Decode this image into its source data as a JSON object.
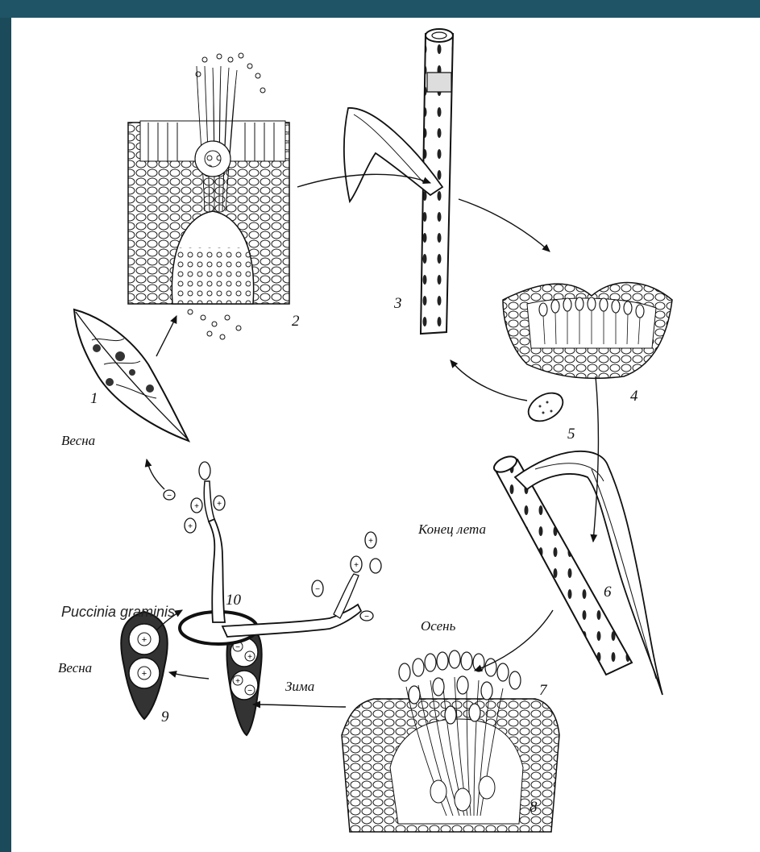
{
  "diagram": {
    "caption": "Puccinia graminis",
    "stage_numbers": [
      "1",
      "2",
      "3",
      "4",
      "5",
      "6",
      "7",
      "8",
      "9",
      "10"
    ],
    "season_labels": {
      "spring_top": "Весна",
      "end_of_summer": "Конец лета",
      "autumn": "Осень",
      "winter": "Зима",
      "spring_bottom": "Весна"
    },
    "spore_signs": {
      "plus": "+",
      "minus": "−"
    }
  }
}
